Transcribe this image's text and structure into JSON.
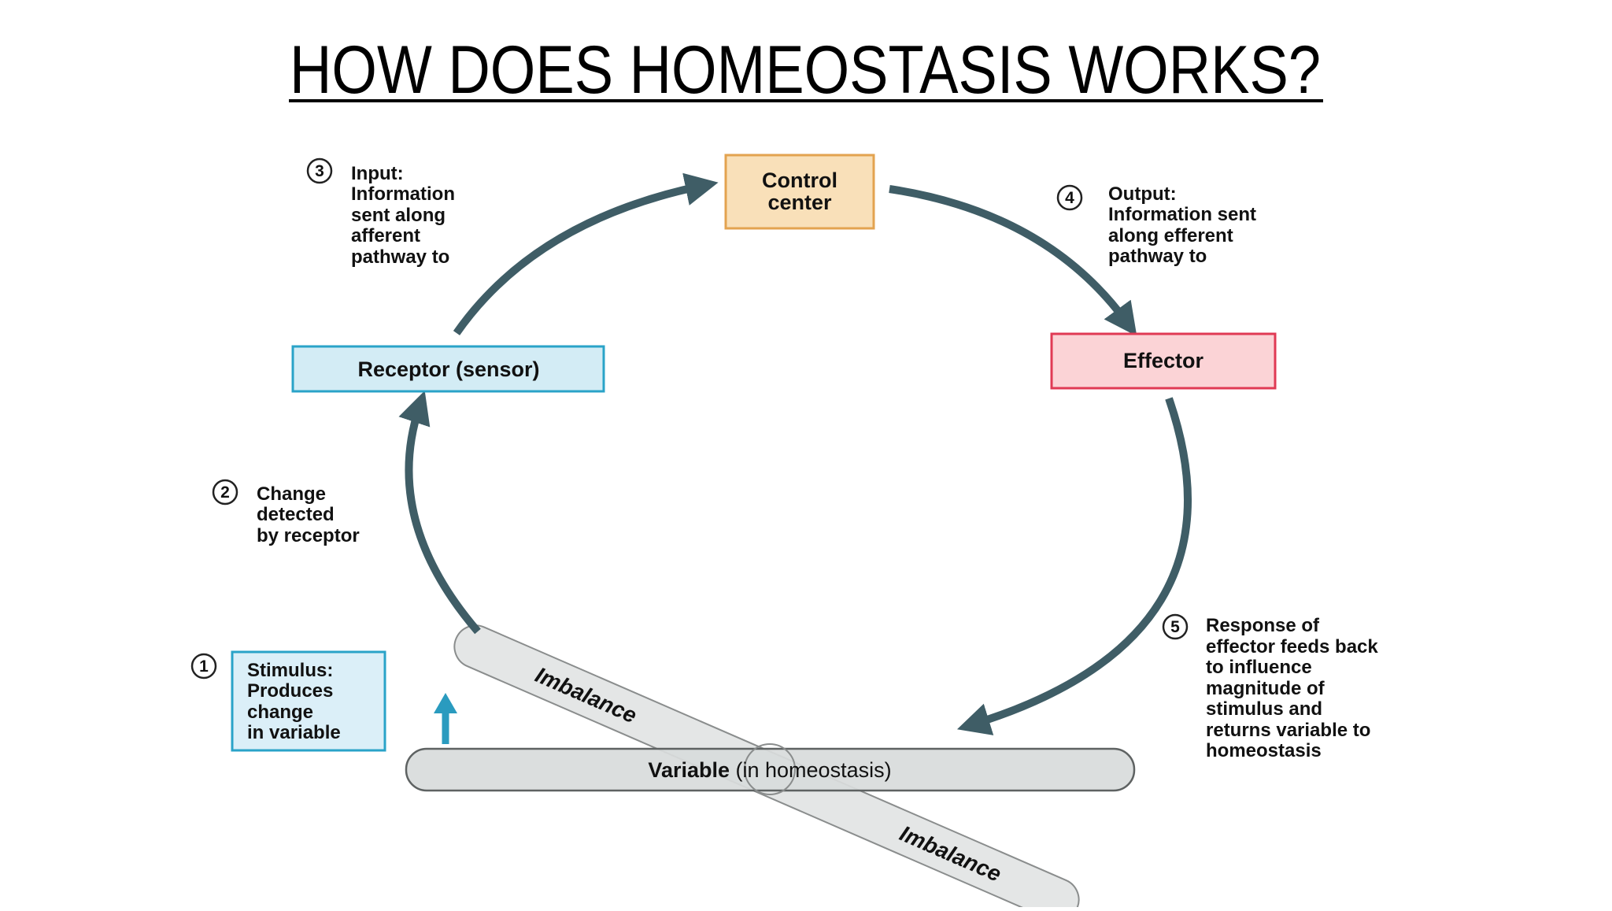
{
  "title": "HOW DOES HOMEOSTASIS WORKS?",
  "colors": {
    "arrow": "#3f5d66",
    "stimulus_arrow": "#2a9bbf",
    "receptor_fill": "#d3ecf5",
    "receptor_border": "#2aa3c8",
    "control_fill": "#f9e0b9",
    "control_border": "#e3a350",
    "effector_fill": "#fbd3d6",
    "effector_border": "#e03a54",
    "stimulus_fill": "#dbeff8",
    "stimulus_border": "#2aa3c8",
    "bar_fill": "#dcdede",
    "bar_stroke": "#6a6d6d"
  },
  "boxes": {
    "control": [
      "Control",
      "center"
    ],
    "receptor": "Receptor (sensor)",
    "effector": "Effector",
    "stimulus": [
      "Stimulus:",
      "Produces",
      "change",
      "in variable"
    ]
  },
  "steps": [
    {
      "num": "1",
      "lines": []
    },
    {
      "num": "2",
      "lines": [
        "Change",
        "detected",
        "by receptor"
      ]
    },
    {
      "num": "3",
      "lines": [
        "Input:",
        "Information",
        "sent along",
        "afferent",
        "pathway to"
      ]
    },
    {
      "num": "4",
      "lines": [
        "Output:",
        "Information sent",
        "along efferent",
        "pathway to"
      ]
    },
    {
      "num": "5",
      "lines": [
        "Response of",
        "effector feeds back",
        "to influence",
        "magnitude of",
        "stimulus and",
        "returns variable to",
        "homeostasis"
      ]
    }
  ],
  "variable_bar": {
    "bold": "Variable",
    "rest": " (in homeostasis)"
  },
  "imbalance": [
    "Imbalance",
    "Imbalance"
  ]
}
